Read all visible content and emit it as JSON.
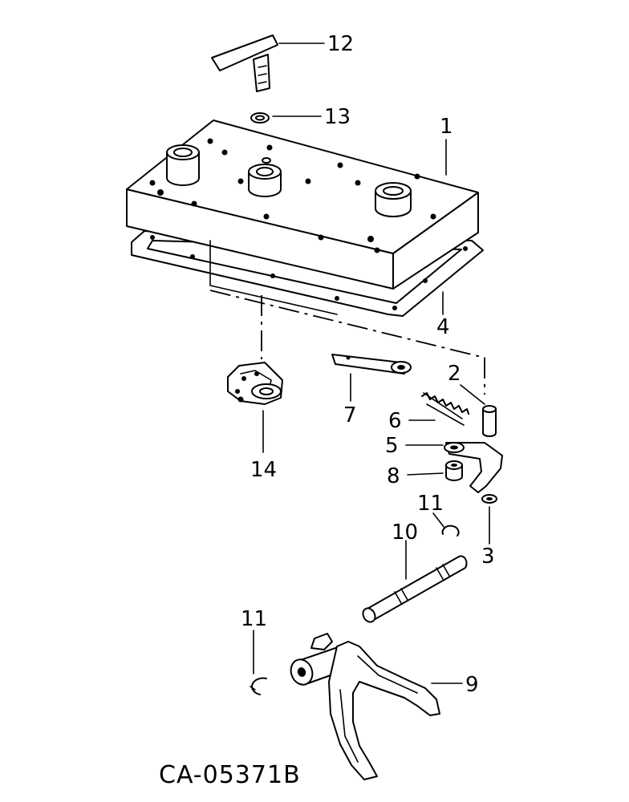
{
  "drawing_code": "CA-05371B",
  "callouts": {
    "c1": "1",
    "c2": "2",
    "c3": "3",
    "c4": "4",
    "c5": "5",
    "c6": "6",
    "c7": "7",
    "c8": "8",
    "c9": "9",
    "c10": "10",
    "c11a": "11",
    "c11b": "11",
    "c12": "12",
    "c13": "13",
    "c14": "14"
  }
}
